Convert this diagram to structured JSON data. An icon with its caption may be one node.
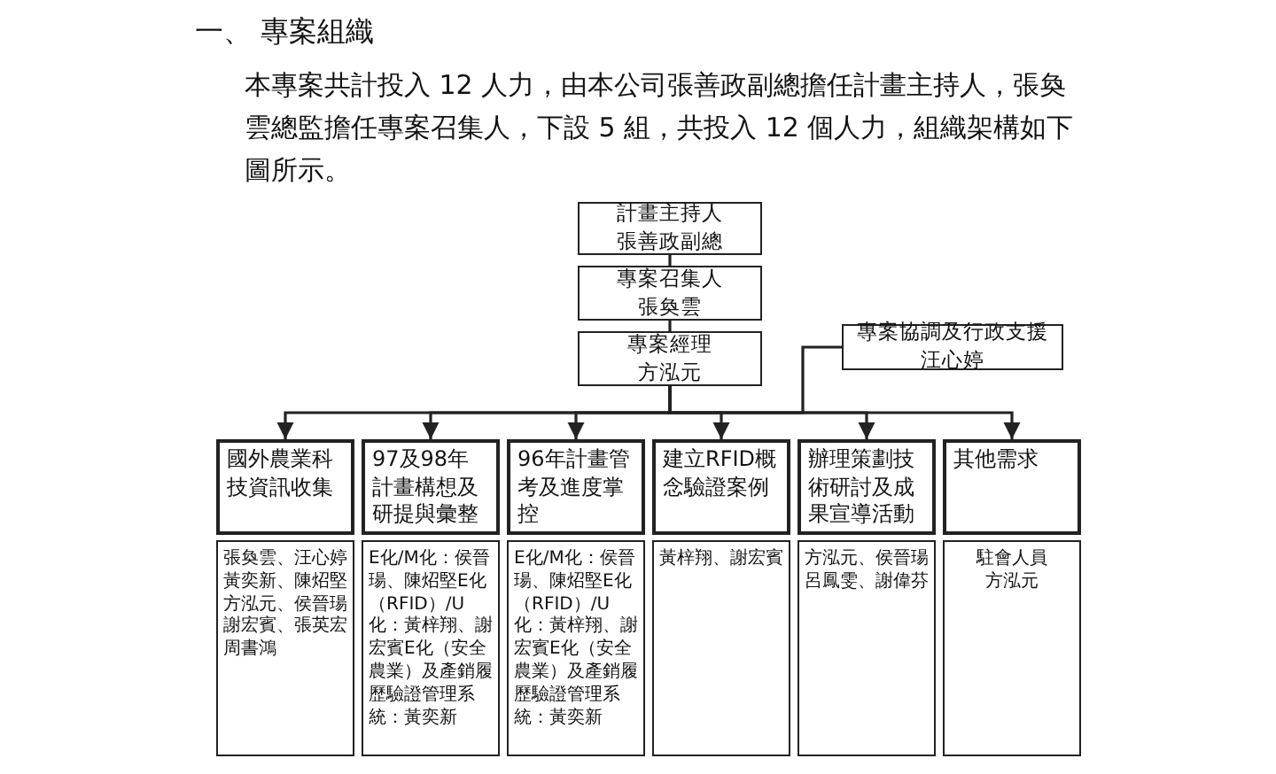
{
  "diagram": {
    "title": "一、 專案組織",
    "nodes": [
      {
        "text": [
          "計畫主持人",
          "張善政副總"
        ]
      },
      {
        "text": [
          "專案召集人",
          "張奐雲"
        ]
      },
      {
        "text": [
          "專案經理",
          "方泓元"
        ]
      },
      {
        "text": [
          "專案協調及行政支援",
          "汪心婷"
        ]
      },
      {
        "text": [
          "國外農業科技資訊收集"
        ]
      },
      {
        "text": [
          "97及98年計畫構想及研提與彙整"
        ]
      },
      {
        "text": [
          "96年計畫管考及進度掌控"
        ]
      },
      {
        "text": [
          "建立RFID概念驗證案例"
        ]
      },
      {
        "text": [
          "辦理策劃技術研討及成果宣導活動"
        ]
      },
      {
        "text": [
          "其他需求"
        ]
      },
      {
        "text": [
          "張奐雲、汪心婷黃奕新、陳炤堅方泓元、侯晉瑒謝宏賓、張英宏周書鴻"
        ]
      },
      {
        "text": [
          "E化/M化：侯晉瑒、陳炤堅E化（RFID）/U化：黃梓翔、謝宏賓E化（安全農業）及產銷履歷驗證管理系統：黃奕新"
        ]
      },
      {
        "text": [
          "E化/M化：侯晉瑒、陳炤堅E化（RFID）/U化：黃梓翔、謝宏賓E化（安全農業）及產銷履歷驗證管理系統：黃奕新"
        ]
      },
      {
        "text": [
          "黃梓翔、謝宏賓"
        ]
      },
      {
        "text": [
          "方泓元、侯晉瑒呂鳳雯、謝偉芬"
        ]
      },
      {
        "text": [
          "駐會人員",
          "方泓元"
        ]
      }
    ],
    "edges": [
      {
        "from": 0,
        "to": 1,
        "arrow": "none"
      },
      {
        "from": 1,
        "to": 2,
        "arrow": "none"
      },
      {
        "from": 2,
        "to": 3,
        "arrow": "none"
      },
      {
        "from": 2,
        "to": 4,
        "arrow": "to"
      },
      {
        "from": 2,
        "to": 5,
        "arrow": "to"
      },
      {
        "from": 2,
        "to": 6,
        "arrow": "to"
      },
      {
        "from": 2,
        "to": 7,
        "arrow": "to"
      },
      {
        "from": 2,
        "to": 8,
        "arrow": "to"
      },
      {
        "from": 2,
        "to": 9,
        "arrow": "to"
      }
    ],
    "labels": [
      "本專案共計投入 12 人力，由本公司張善政副總擔任計畫主持人，張奐雲總監擔任專案召集人，下設 5 組，共投入 12 個人力，組織架構如下圖所示。"
    ]
  }
}
